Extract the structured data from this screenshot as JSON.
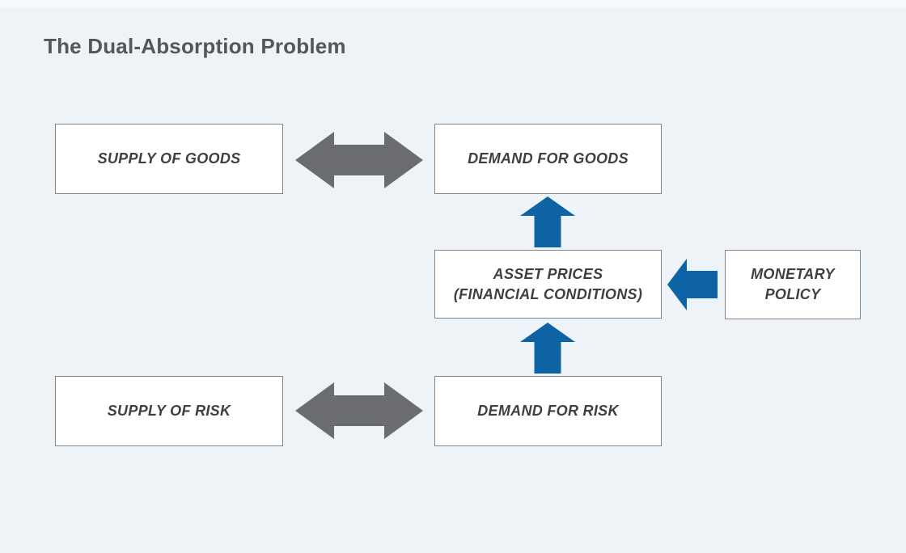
{
  "title": "The Dual-Absorption Problem",
  "colors": {
    "background": "#EEF3F7",
    "background_top": "#F6FAFC",
    "box_fill": "#FFFFFF",
    "box_border": "#828487",
    "label": "#3E3F43",
    "title": "#54565A",
    "arrow_gray": "#6B6C70",
    "arrow_blue": "#0E63A5"
  },
  "boxes": {
    "supply_of_goods": {
      "label": "SUPPLY OF GOODS"
    },
    "demand_for_goods": {
      "label": "DEMAND FOR GOODS"
    },
    "asset_prices": {
      "line1": "ASSET PRICES",
      "line2": "(FINANCIAL CONDITIONS)"
    },
    "monetary_policy": {
      "line1": "MONETARY",
      "line2": "POLICY"
    },
    "supply_of_risk": {
      "label": "SUPPLY OF RISK"
    },
    "demand_for_risk": {
      "label": "DEMAND FOR RISK"
    }
  },
  "arrows": [
    {
      "name": "goods-market-double-arrow",
      "style": "double-headed-horizontal",
      "color": "gray",
      "connects": [
        "SUPPLY OF GOODS",
        "DEMAND FOR GOODS"
      ]
    },
    {
      "name": "asset-prices-to-demand-for-goods-arrow",
      "style": "single-up",
      "color": "blue",
      "from": "ASSET PRICES (FINANCIAL CONDITIONS)",
      "to": "DEMAND FOR GOODS"
    },
    {
      "name": "monetary-policy-to-asset-prices-arrow",
      "style": "single-left",
      "color": "blue",
      "from": "MONETARY POLICY",
      "to": "ASSET PRICES (FINANCIAL CONDITIONS)"
    },
    {
      "name": "demand-for-risk-to-asset-prices-arrow",
      "style": "single-up",
      "color": "blue",
      "from": "DEMAND FOR RISK",
      "to": "ASSET PRICES (FINANCIAL CONDITIONS)"
    },
    {
      "name": "risk-market-double-arrow",
      "style": "double-headed-horizontal",
      "color": "gray",
      "connects": [
        "SUPPLY OF RISK",
        "DEMAND FOR RISK"
      ]
    }
  ]
}
